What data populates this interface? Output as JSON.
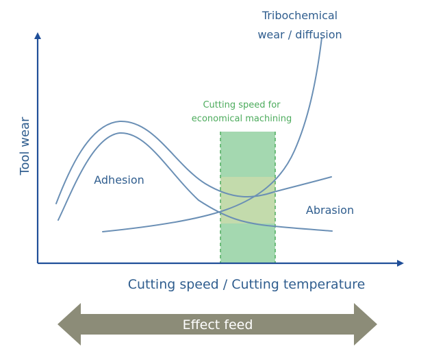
{
  "labels": {
    "y_axis": "Tool wear",
    "x_axis": "Cutting speed / Cutting temperature",
    "tribo_line1": "Tribochemical",
    "tribo_line2": "wear / diffusion",
    "zone_line1": "Cutting speed for",
    "zone_line2": "economical machining",
    "adhesion": "Adhesion",
    "abrasion": "Abrasion",
    "arrow": "Effect feed"
  },
  "colors": {
    "axis": "#1f4e98",
    "curve": "#6a8fb5",
    "text_blue": "#2f5d8e",
    "zone_green": "#5ab870",
    "zone_text": "#4cab5c",
    "arrow_fill": "#8c8c78",
    "arrow_text": "#ffffff"
  }
}
